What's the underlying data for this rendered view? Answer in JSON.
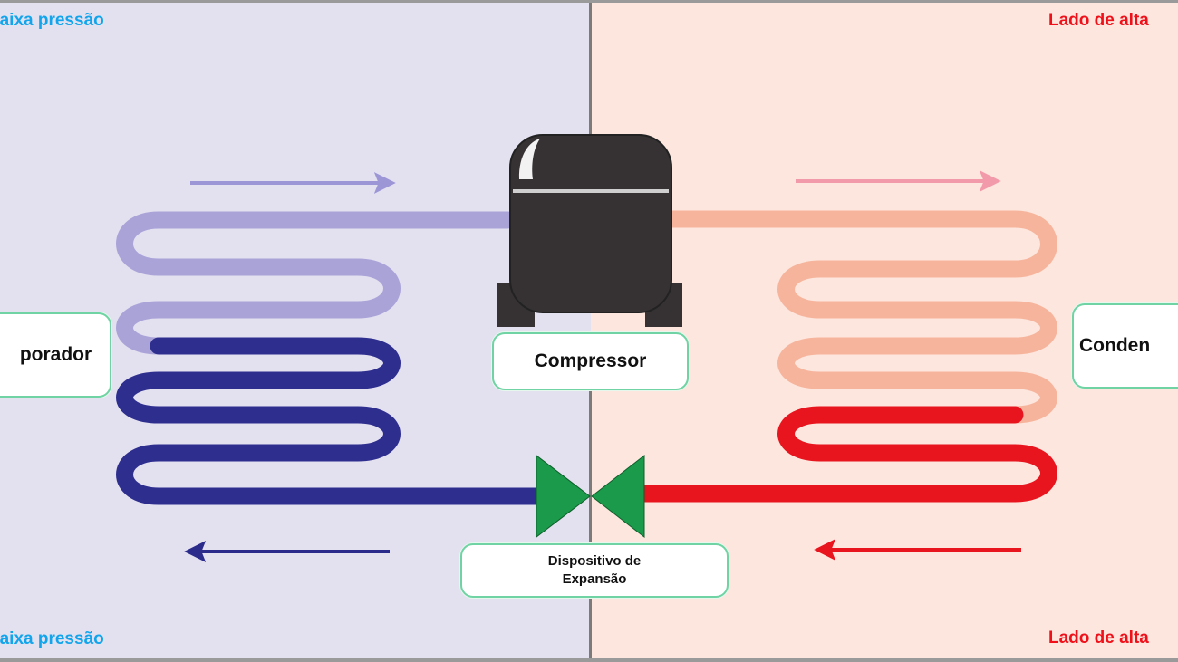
{
  "diagram": {
    "title": "Ciclo de refrigeração",
    "sides": {
      "low": {
        "top_label": "Lado de baixa pressão",
        "bottom_label": "Lado de baixa pressão",
        "visible_text": "baixa pressão",
        "color": "#12a5ec",
        "background": "#e3e0f0"
      },
      "high": {
        "top_label": "Lado de alta pressão",
        "bottom_label": "Lado de alta pressão",
        "visible_text": "Lado de alta",
        "color": "#f0101a",
        "background": "#fce6dd"
      }
    },
    "components": {
      "evaporator": {
        "label": "Evaporador",
        "visible_text": "porador",
        "vapor_color": "#a9a3d8",
        "liquid_color": "#2e2e8f"
      },
      "compressor": {
        "label": "Compressor",
        "body_color": "#363233"
      },
      "condenser": {
        "label": "Condensador",
        "visible_text": "Conden",
        "vapor_color": "#f7b49c",
        "liquid_color": "#e8141e"
      },
      "expansion_device": {
        "label_line1": "Dispositivo de",
        "label_line2": "Expansão",
        "color": "#1a9a4a"
      }
    },
    "flow_arrows": [
      {
        "side": "low",
        "position": "top",
        "direction": "right",
        "color": "#9c96d6"
      },
      {
        "side": "high",
        "position": "top",
        "direction": "right",
        "color": "#f39aaa"
      },
      {
        "side": "low",
        "position": "bottom",
        "direction": "left",
        "color": "#2b2b8c"
      },
      {
        "side": "high",
        "position": "bottom",
        "direction": "left",
        "color": "#e8141e"
      }
    ],
    "label_box_border": "#6fd3a3"
  }
}
